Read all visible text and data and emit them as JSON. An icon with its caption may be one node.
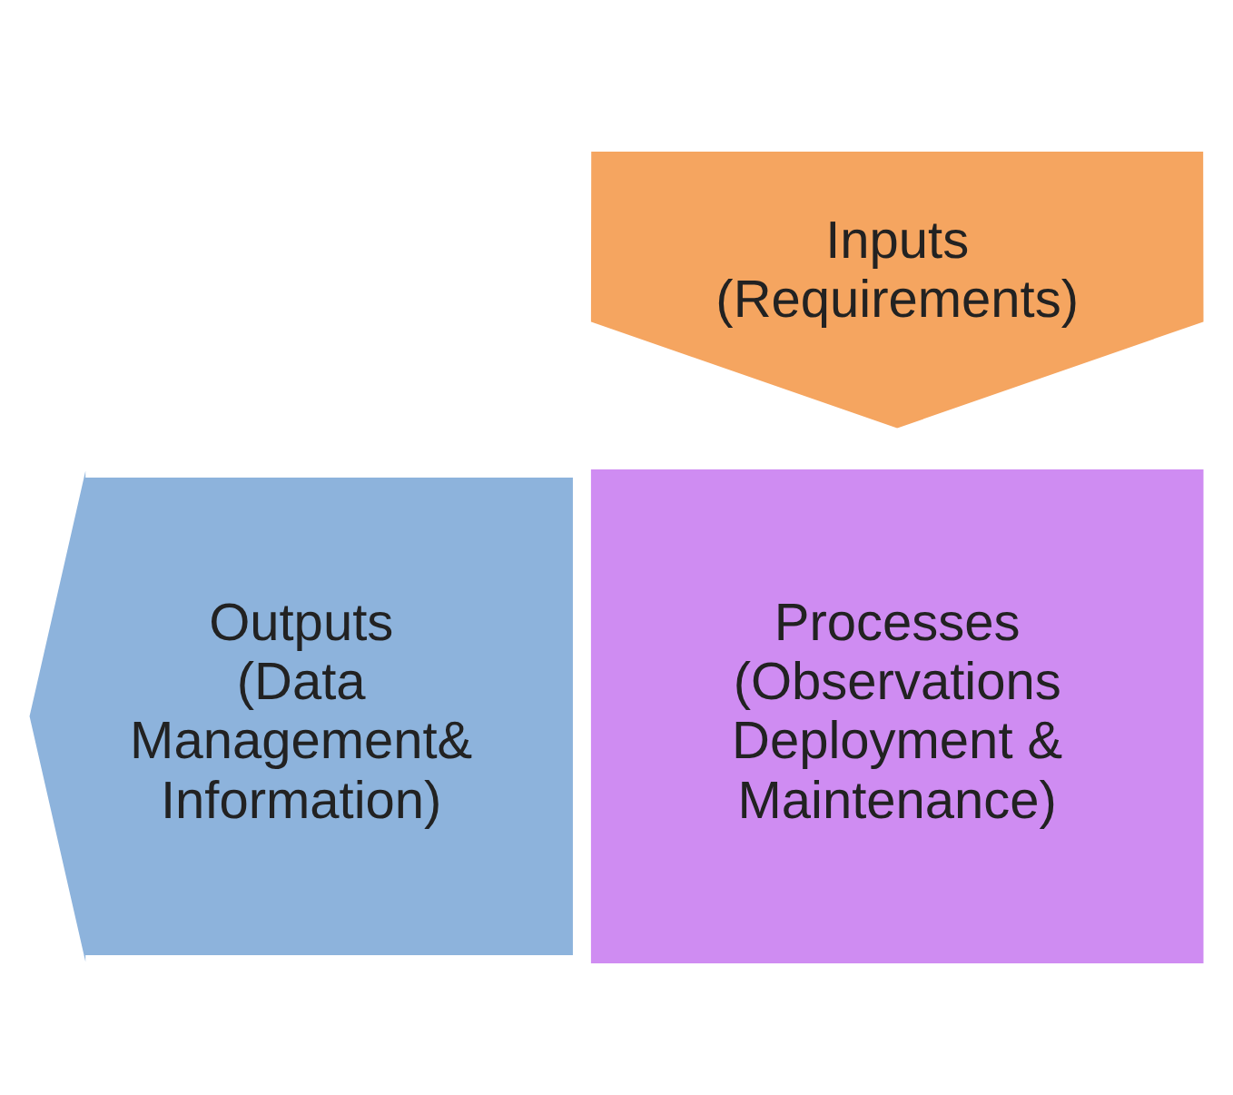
{
  "diagram": {
    "nodes": [
      {
        "text": [
          "Inputs",
          "(Requirements)"
        ]
      },
      {
        "text": [
          "Outputs",
          "(Data Management& Information)"
        ]
      },
      {
        "text": [
          "Processes",
          "(Observations Deployment & Maintenance)"
        ]
      }
    ]
  }
}
